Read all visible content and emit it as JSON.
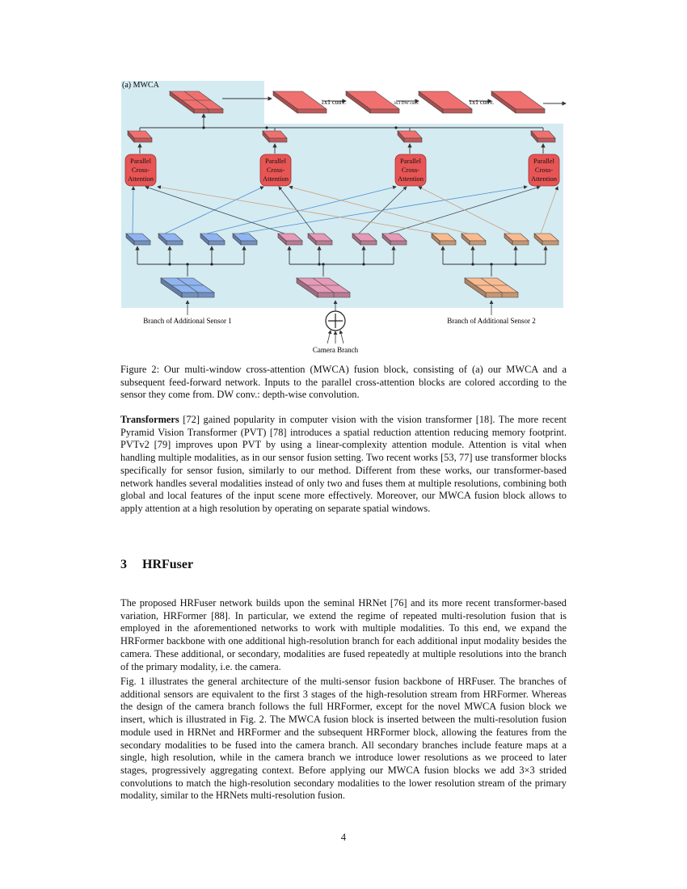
{
  "figure": {
    "panel_label": "(a) MWCA",
    "ffn_labels": [
      "1x1 conv.",
      "3x3 DW conv.",
      "1x1 conv."
    ],
    "block_label_lines": [
      "Parallel",
      "Cross-",
      "Attention"
    ],
    "branch_labels": {
      "sensor1": "Branch of Additional Sensor 1",
      "sensor2": "Branch of Additional Sensor 2",
      "camera": "Camera Branch"
    },
    "colors": {
      "background": "#d5ebf2",
      "fusion_red": "#f07070",
      "sensor1_blue": "#8fb4f0",
      "camera_pink": "#e59ab8",
      "sensor2_orange": "#f8bb90",
      "blue_line": "#4a8fd0",
      "dark_line": "#3a4a5a",
      "orange_line": "#c8a080"
    }
  },
  "caption": "Figure 2: Our multi-window cross-attention (MWCA) fusion block, consisting of (a) our MWCA and a subsequent feed-forward network. Inputs to the parallel cross-attention blocks are colored according to the sensor they come from. DW conv.: depth-wise convolution.",
  "transformers_para": {
    "lead": "Transformers",
    "body": " [72] gained popularity in computer vision with the vision transformer [18]. The more recent Pyramid Vision Transformer (PVT) [78] introduces a spatial reduction attention reducing memory footprint. PVTv2 [79] improves upon PVT by using a linear-complexity attention module. Attention is vital when handling multiple modalities, as in our sensor fusion setting. Two recent works [53, 77] use transformer blocks specifically for sensor fusion, similarly to our method. Different from these works, our transformer-based network handles several modalities instead of only two and fuses them at multiple resolutions, combining both global and local features of the input scene more effectively. Moreover, our MWCA fusion block allows to apply attention at a high resolution by operating on separate spatial windows."
  },
  "section": {
    "number": "3",
    "title": "HRFuser"
  },
  "paragraphs": [
    "The proposed HRFuser network builds upon the seminal HRNet [76] and its more recent transformer-based variation, HRFormer [88]. In particular, we extend the regime of repeated multi-resolution fusion that is employed in the aforementioned networks to work with multiple modalities. To this end, we expand the HRFormer backbone with one additional high-resolution branch for each additional input modality besides the camera. These additional, or secondary, modalities are fused repeatedly at multiple resolutions into the branch of the primary modality, i.e. the camera.",
    "Fig. 1 illustrates the general architecture of the multi-sensor fusion backbone of HRFuser. The branches of additional sensors are equivalent to the first 3 stages of the high-resolution stream from HRFormer. Whereas the design of the camera branch follows the full HRFormer, except for the novel MWCA fusion block we insert, which is illustrated in Fig. 2. The MWCA fusion block is inserted between the multi-resolution fusion module used in HRNet and HRFormer and the subsequent HRFormer block, allowing the features from the secondary modalities to be fused into the camera branch. All secondary branches include feature maps at a single, high resolution, while in the camera branch we introduce lower resolutions as we proceed to later stages, progressively aggregating context. Before applying our MWCA fusion blocks we add 3×3 strided convolutions to match the high-resolution secondary modalities to the lower resolution stream of the primary modality, similar to the HRNets multi-resolution fusion."
  ],
  "page_number": "4"
}
